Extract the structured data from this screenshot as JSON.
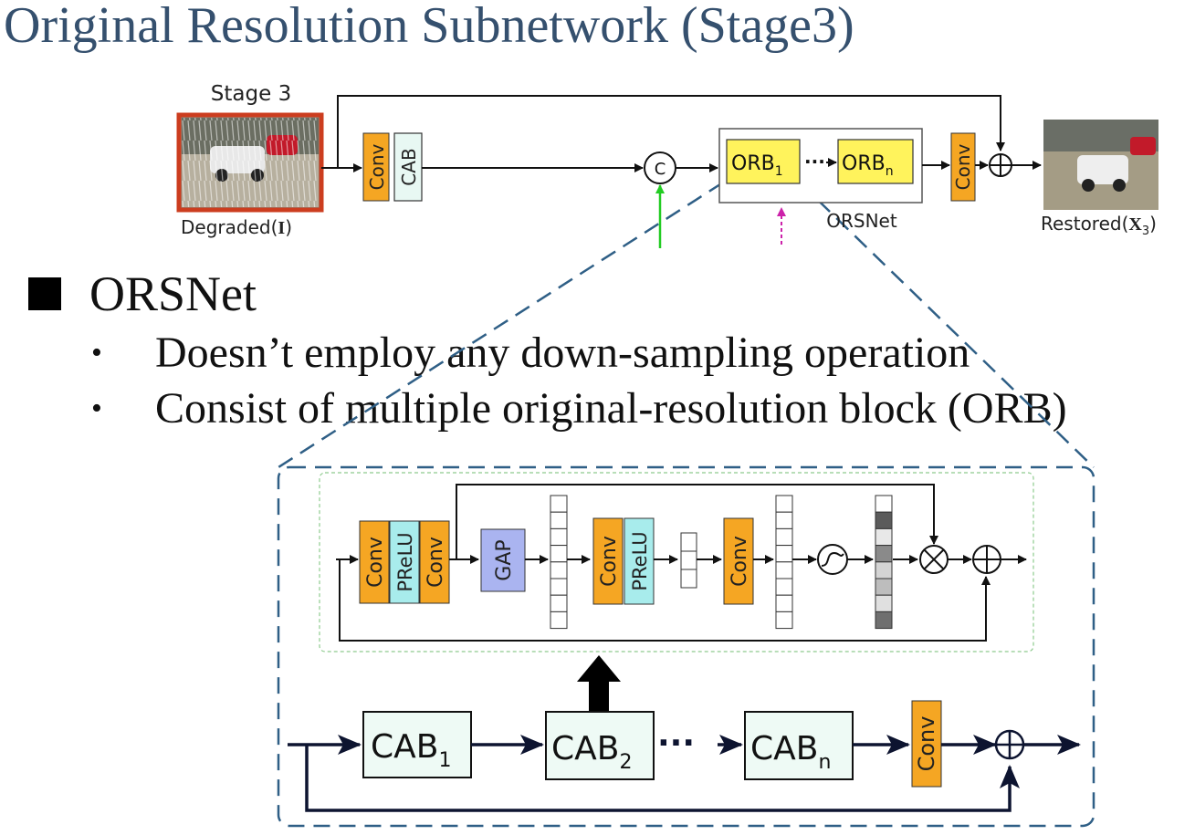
{
  "slide": {
    "title": "Original Resolution Subnetwork (Stage3)",
    "bullet_main": "ORSNet",
    "sub_bullets": [
      "Doesn’t employ any down-sampling operation",
      "Consist of multiple original-resolution block (ORB)"
    ]
  },
  "top_diagram": {
    "stage_label": "Stage 3",
    "input_label": "Degraded(",
    "input_symbol": "I",
    "output_label": "Restored(",
    "output_symbol": "X",
    "output_sub": "3",
    "conv": "Conv",
    "cab": "CAB",
    "concat": "C",
    "orb": "ORB",
    "orb_first_sub": "1",
    "orb_last_sub": "n",
    "dots": "···",
    "orsnet": "ORSNet",
    "colors": {
      "conv": "#f5a623",
      "cab": "#e8f8f3",
      "orb": "#fff35c",
      "green_arrow": "#22cc22",
      "pink_arrow": "#cc22aa",
      "title": "#35506e"
    }
  },
  "detail": {
    "attention": {
      "conv": "Conv",
      "prelu": "PReLU",
      "gap": "GAP",
      "sigmoid_icon": "sigmoid-icon",
      "multiply_icon": "multiply-icon",
      "add_icon": "add-icon",
      "colors": {
        "prelu": "#a8ecec",
        "gap": "#aab4f0",
        "conv": "#f5a623"
      }
    },
    "orb_chain": {
      "cab": "CAB",
      "subs": [
        "1",
        "2",
        "n"
      ],
      "dots": "···",
      "conv": "Conv"
    }
  }
}
